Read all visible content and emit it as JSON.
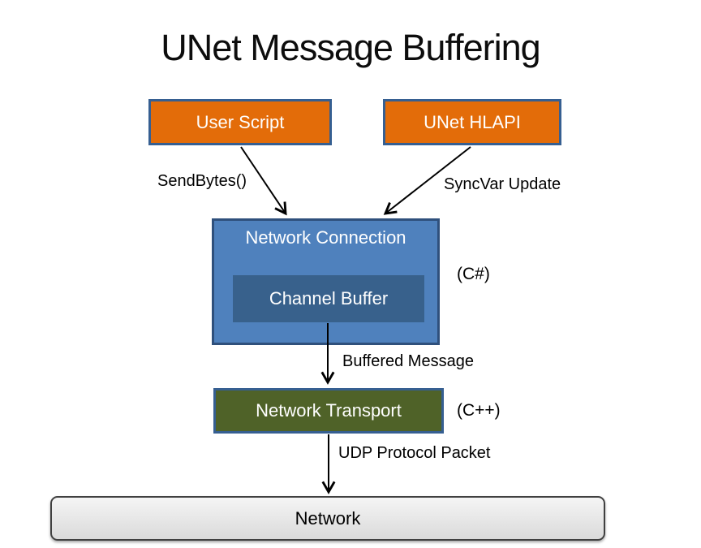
{
  "title": "UNet Message Buffering",
  "nodes": {
    "user_script": {
      "label": "User Script"
    },
    "unet_hlapi": {
      "label": "UNet HLAPI"
    },
    "network_connection": {
      "label": "Network Connection"
    },
    "channel_buffer": {
      "label": "Channel Buffer"
    },
    "network_transport": {
      "label": "Network Transport"
    },
    "network": {
      "label": "Network"
    }
  },
  "annotations": {
    "csharp": "(C#)",
    "cpp": "(C++)"
  },
  "edges": {
    "send_bytes": {
      "label": "SendBytes()",
      "from": "user_script",
      "to": "network_connection"
    },
    "syncvar": {
      "label": "SyncVar Update",
      "from": "unet_hlapi",
      "to": "network_connection"
    },
    "buffered": {
      "label": "Buffered Message",
      "from": "channel_buffer",
      "to": "network_transport"
    },
    "udp": {
      "label": "UDP Protocol Packet",
      "from": "network_transport",
      "to": "network"
    }
  },
  "colors": {
    "orange_fill": "#e36c09",
    "blue_fill": "#4f81bd",
    "inner_blue_fill": "#38618c",
    "green_fill": "#4f6228",
    "box_border": "#365f91",
    "connection_border": "#2f507c",
    "network_fill_top": "#f5f5f5",
    "network_fill_bottom": "#dadada",
    "network_border": "#404040",
    "arrow": "#000000",
    "text_on_fill": "#ffffff",
    "text": "#000000",
    "background": "#ffffff"
  }
}
